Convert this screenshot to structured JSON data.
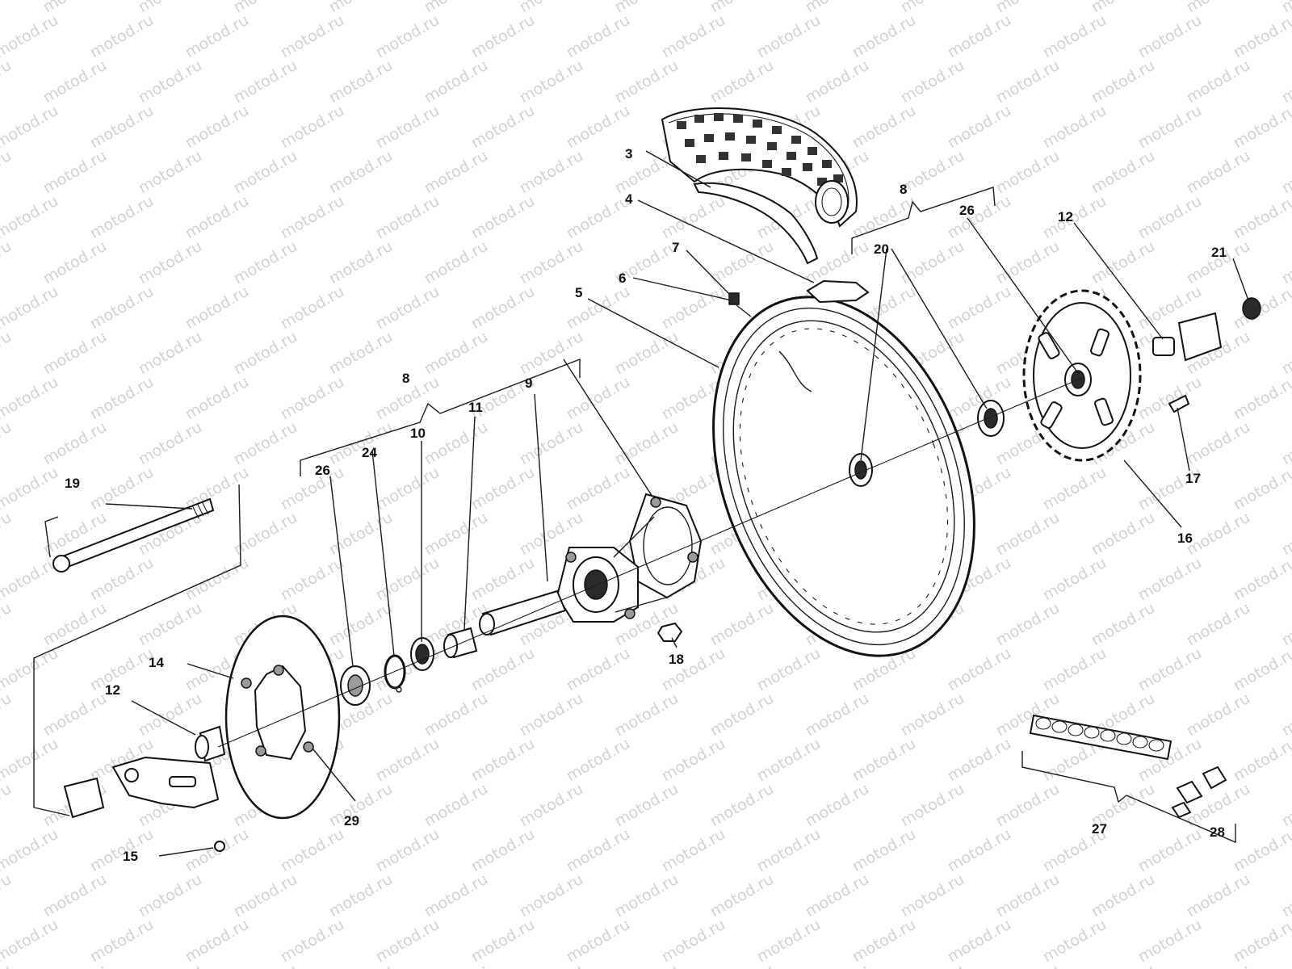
{
  "watermark": {
    "text": "motod.ru"
  },
  "callouts": {
    "c3": "3",
    "c4": "4",
    "c5": "5",
    "c6": "6",
    "c7": "7",
    "c8_top": "8",
    "c8_mid": "8",
    "c9": "9",
    "c10": "10",
    "c11": "11",
    "c12_right": "12",
    "c12_left": "12",
    "c14": "14",
    "c15": "15",
    "c16": "16",
    "c17": "17",
    "c18": "18",
    "c19": "19",
    "c20": "20",
    "c21": "21",
    "c24": "24",
    "c26_right": "26",
    "c26_left": "26",
    "c27": "27",
    "c28": "28",
    "c29": "29"
  },
  "parts": {
    "tire": "tire-icon",
    "rim_strip": "rim-strip-icon",
    "rim": "rim-icon",
    "valve": "valve-icon",
    "hub": "hub-icon",
    "axle": "axle-icon",
    "brake_disc": "brake-disc-icon",
    "sprocket": "sprocket-icon",
    "chain": "chain-icon",
    "master_link": "chain-master-link-icon"
  }
}
